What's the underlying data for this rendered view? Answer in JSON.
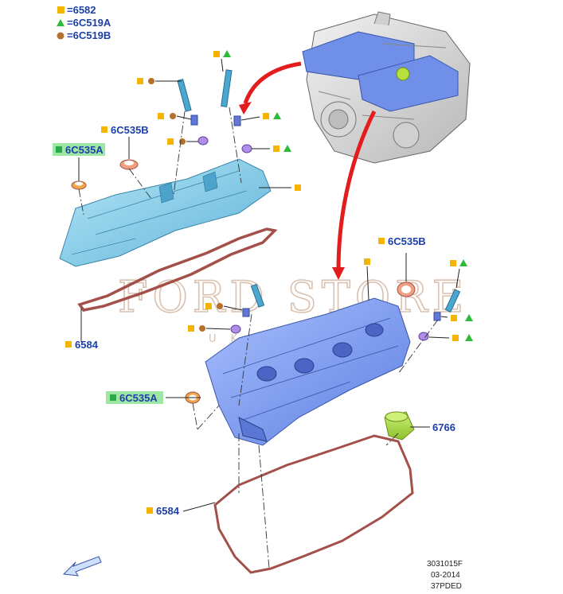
{
  "legend": [
    {
      "shape": "square",
      "color": "#f5b400",
      "text": "=6582"
    },
    {
      "shape": "triangle",
      "color": "#2dbb3a",
      "text": "=6C519A"
    },
    {
      "shape": "circle",
      "color": "#b5702b",
      "text": "=6C519B"
    }
  ],
  "labels": {
    "upper_6c535b": "6C535B",
    "upper_6c535a": "6C535A",
    "upper_6584": "6584",
    "lower_6c535b": "6C535B",
    "lower_6c535a": "6C535A",
    "lower_6766": "6766",
    "lower_6584": "6584"
  },
  "footer": {
    "code": "3031015F",
    "date": "03-2014",
    "ref": "37PDED"
  },
  "watermark": {
    "main": "FORD STORE",
    "sub": "UKRAINE"
  },
  "colors": {
    "cover_blue": "#7b9cf0",
    "upper_cover": "#7fc7e6",
    "gasket": "#a3504a",
    "arrow_red": "#e31d1d",
    "label_blue": "#1c3fa8",
    "highlight_green": "#9ee6a4",
    "oil_cap": "#a8df3c"
  },
  "icons": {
    "orientation_arrow": "arrow-down-left-icon"
  }
}
